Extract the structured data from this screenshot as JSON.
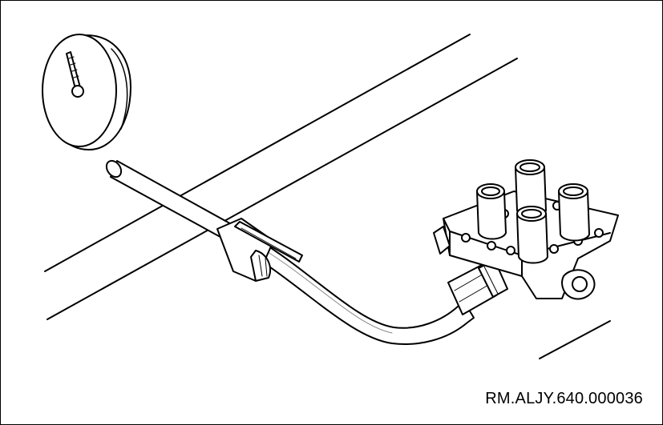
{
  "figure": {
    "reference_code": "RM.ALJY.640.000036",
    "components": [
      {
        "name": "pressure-gauge-icon"
      },
      {
        "name": "air-pipe"
      },
      {
        "name": "pipe-clamp"
      },
      {
        "name": "union-nut-fitting"
      },
      {
        "name": "four-circuit-protection-valve"
      }
    ]
  },
  "colors": {
    "line": "#000000",
    "background": "#ffffff",
    "shade": "#c8c8c8"
  }
}
